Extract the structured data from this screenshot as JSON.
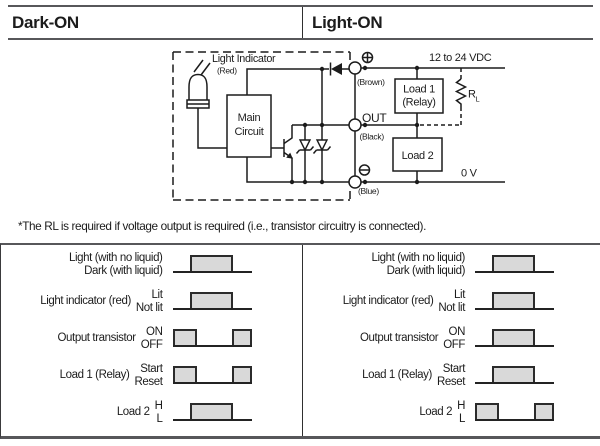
{
  "header": {
    "dark_on": "Dark-ON",
    "light_on": "Light-ON"
  },
  "circuit": {
    "light_indicator": "Light Indicator",
    "light_indicator_color": "(Red)",
    "main_circuit_line1": "Main",
    "main_circuit_line2": "Circuit",
    "supply_voltage": "12 to 24 VDC",
    "ground": "0 V",
    "terminal_plus_wire": "(Brown)",
    "terminal_out": "OUT",
    "terminal_out_wire": "(Black)",
    "terminal_minus_wire": "(Blue)",
    "load1_line1": "Load 1",
    "load1_line2": "(Relay)",
    "load2": "Load 2",
    "load_resistor": "R",
    "load_resistor_sub": "L"
  },
  "note": "*The RL is required if voltage output is required (i.e., transistor circuitry is connected).",
  "timing": {
    "rows": [
      {
        "label": "",
        "high": "Light (with no liquid)",
        "low": "Dark (with liquid)"
      },
      {
        "label": "Light indicator (red)",
        "high": "Lit",
        "low": "Not lit"
      },
      {
        "label": "Output transistor",
        "high": "ON",
        "low": "OFF"
      },
      {
        "label": "Load 1 (Relay)",
        "high": "Start",
        "low": "Reset"
      },
      {
        "label": "Load 2",
        "high": "H",
        "low": "L"
      }
    ],
    "dark_on_waveforms": [
      "high-middle",
      "high-middle",
      "high-ends",
      "high-ends",
      "high-middle"
    ],
    "light_on_waveforms": [
      "high-middle",
      "high-middle",
      "high-middle",
      "high-middle",
      "high-ends"
    ]
  },
  "colors": {
    "line": "#1c1c1c",
    "rule_gray": "#57575a",
    "waveform_fill": "#d9d9d9"
  }
}
